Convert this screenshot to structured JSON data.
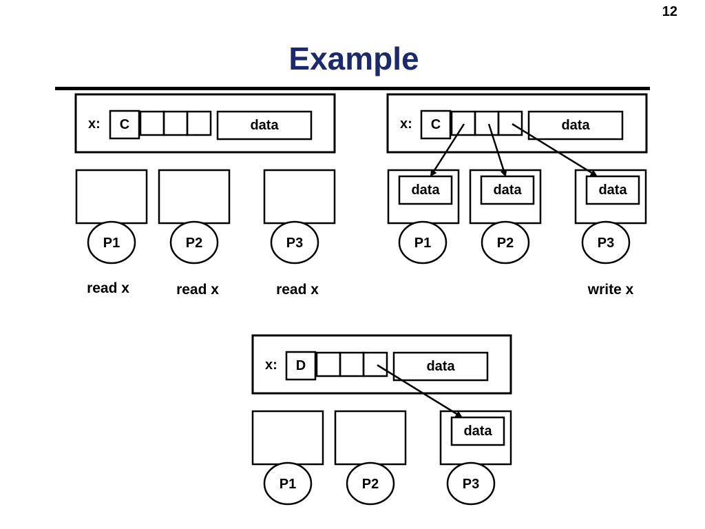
{
  "slide": {
    "number": "12",
    "title": "Example"
  },
  "panels": [
    {
      "id": "left",
      "var_label": "x:",
      "state": "C",
      "data_label": "data",
      "processors": [
        {
          "name": "P1",
          "has_copy": false,
          "op": "read x"
        },
        {
          "name": "P2",
          "has_copy": false,
          "op": "read x"
        },
        {
          "name": "P3",
          "has_copy": false,
          "op": "read x"
        }
      ]
    },
    {
      "id": "right",
      "var_label": "x:",
      "state": "C",
      "data_label": "data",
      "processors": [
        {
          "name": "P1",
          "has_copy": true,
          "copy_label": "data",
          "op": ""
        },
        {
          "name": "P2",
          "has_copy": true,
          "copy_label": "data",
          "op": ""
        },
        {
          "name": "P3",
          "has_copy": true,
          "copy_label": "data",
          "op": "write x"
        }
      ]
    },
    {
      "id": "bottom",
      "var_label": "x:",
      "state": "D",
      "data_label": "data",
      "processors": [
        {
          "name": "P1",
          "has_copy": false,
          "op": ""
        },
        {
          "name": "P2",
          "has_copy": false,
          "op": ""
        },
        {
          "name": "P3",
          "has_copy": true,
          "copy_label": "data",
          "op": ""
        }
      ]
    }
  ]
}
